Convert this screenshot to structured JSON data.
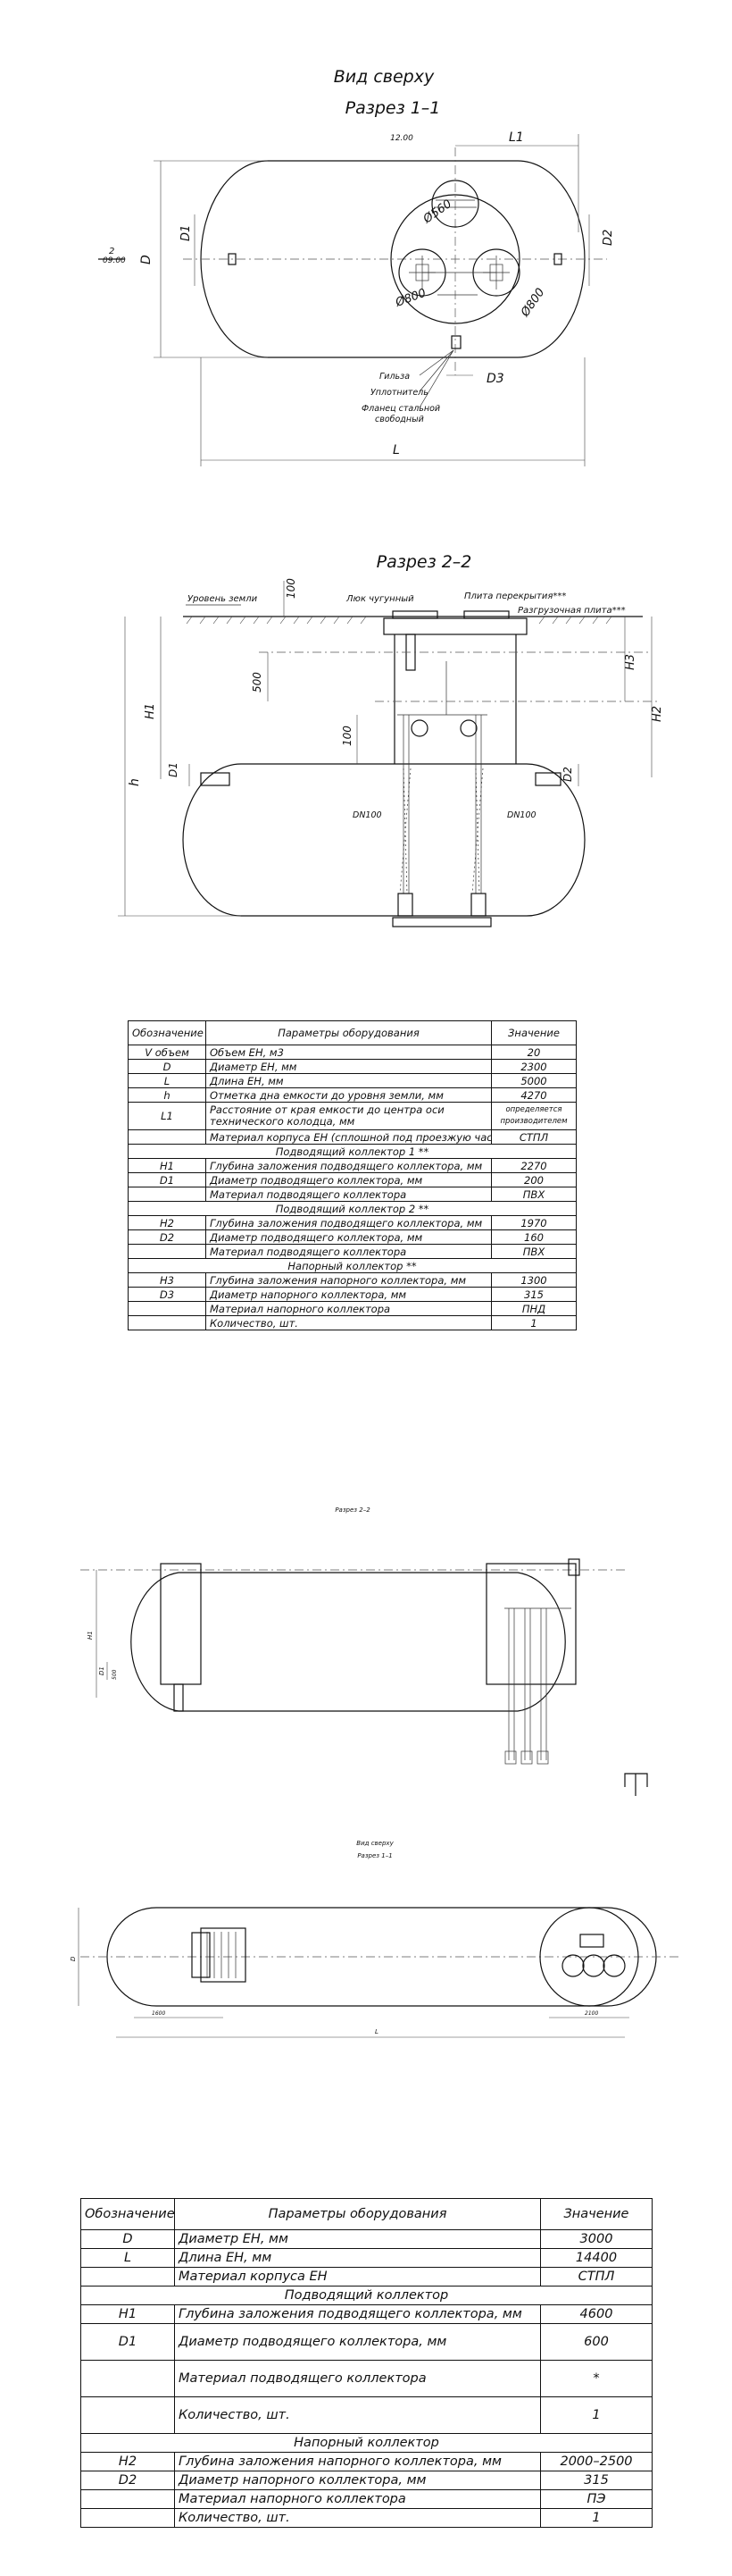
{
  "sheet1": {
    "title_line1": "Вид сверху",
    "title_line2": "Разрез 1–1",
    "elev_top": "12.00",
    "elev_side": "09.00",
    "dims": {
      "L1": "L1",
      "D1": "D1",
      "D2": "D2",
      "D3": "D3",
      "D": "D",
      "L": "L",
      "cut": "2"
    },
    "diameters": [
      "Ø560",
      "Ø800",
      "Ø800"
    ],
    "notes": [
      "Гильза",
      "Уплотнитель",
      "Фланец стальной",
      "свободный"
    ]
  },
  "section22": {
    "title": "Разрез 2–2",
    "labels": {
      "ground": "Уровень земли",
      "hatch": "Люк чугунный",
      "slab": "Плита перекрытия***",
      "unload": "Разгрузочная плита***",
      "dn_left": "DN100",
      "dn_right": "DN100"
    },
    "dims": {
      "d100a": "100",
      "d500": "500",
      "d100b": "100",
      "H1": "H1",
      "H2": "H2",
      "H3": "H3",
      "h": "h",
      "D1": "D1",
      "D2": "D2"
    }
  },
  "table1": {
    "headers": [
      "Обозначение",
      "Параметры оборудования",
      "Значение"
    ],
    "rows": [
      {
        "code": "V объем",
        "param": "Объем ЕН, м3",
        "value": "20"
      },
      {
        "code": "D",
        "param": "Диаметр ЕН, мм",
        "value": "2300"
      },
      {
        "code": "L",
        "param": "Длина ЕН, мм",
        "value": "5000"
      },
      {
        "code": "h",
        "param": "Отметка дна емкости до уровня земли, мм",
        "value": "4270"
      },
      {
        "code": "L1",
        "param": "Расстояние от края емкости до центра оси технического колодца, мм",
        "value": "определяется производителем",
        "tall": true
      },
      {
        "code": "",
        "param": "Материал корпуса ЕН (сплошной под проезжую часть)",
        "value": "СТПЛ"
      },
      {
        "section": "Подводящий коллектор 1 **"
      },
      {
        "code": "H1",
        "param": "Глубина заложения подводящего коллектора, мм",
        "value": "2270"
      },
      {
        "code": "D1",
        "param": "Диаметр подводящего коллектора, мм",
        "value": "200"
      },
      {
        "code": "",
        "param": "Материал подводящего коллектора",
        "value": "ПВХ"
      },
      {
        "section": "Подводящий коллектор 2 **"
      },
      {
        "code": "H2",
        "param": "Глубина заложения подводящего коллектора, мм",
        "value": "1970"
      },
      {
        "code": "D2",
        "param": "Диаметр подводящего коллектора, мм",
        "value": "160"
      },
      {
        "code": "",
        "param": "Материал подводящего коллектора",
        "value": "ПВХ"
      },
      {
        "section": "Напорный коллектор **"
      },
      {
        "code": "H3",
        "param": "Глубина заложения напорного коллектора, мм",
        "value": "1300"
      },
      {
        "code": "D3",
        "param": "Диаметр напорного коллектора, мм",
        "value": "315"
      },
      {
        "code": "",
        "param": "Материал напорного коллектора",
        "value": "ПНД"
      },
      {
        "code": "",
        "param": "Количество, шт.",
        "value": "1"
      }
    ]
  },
  "sheet2": {
    "title_section": "Разрез 2–2",
    "title_top1": "Вид сверху",
    "title_top2": "Разрез 1–1",
    "dims": {
      "h": "H1",
      "d1": "D1",
      "d500": "500",
      "l": "L",
      "d1600": "1600",
      "d2100": "2100",
      "dd": "D"
    }
  },
  "table2": {
    "headers": [
      "Обозначение",
      "Параметры оборудования",
      "Значение"
    ],
    "rows": [
      {
        "code": "D",
        "param": "Диаметр ЕН, мм",
        "value": "3000"
      },
      {
        "code": "L",
        "param": "Длина ЕН, мм",
        "value": "14400"
      },
      {
        "code": "",
        "param": "Материал корпуса ЕН",
        "value": "СТПЛ"
      },
      {
        "section": "Подводящий коллектор"
      },
      {
        "code": "H1",
        "param": "Глубина заложения подводящего коллектора, мм",
        "value": "4600"
      },
      {
        "code": "D1",
        "param": "Диаметр подводящего коллектора, мм",
        "value": "600",
        "tall": true
      },
      {
        "code": "",
        "param": "Материал подводящего коллектора",
        "value": "*",
        "tall": true
      },
      {
        "code": "",
        "param": "Количество, шт.",
        "value": "1",
        "tall": true
      },
      {
        "section": "Напорный коллектор"
      },
      {
        "code": "H2",
        "param": "Глубина заложения напорного коллектора, мм",
        "value": "2000–2500"
      },
      {
        "code": "D2",
        "param": "Диаметр напорного коллектора, мм",
        "value": "315"
      },
      {
        "code": "",
        "param": "Материал напорного коллектора",
        "value": "ПЭ"
      },
      {
        "code": "",
        "param": "Количество, шт.",
        "value": "1"
      }
    ]
  }
}
